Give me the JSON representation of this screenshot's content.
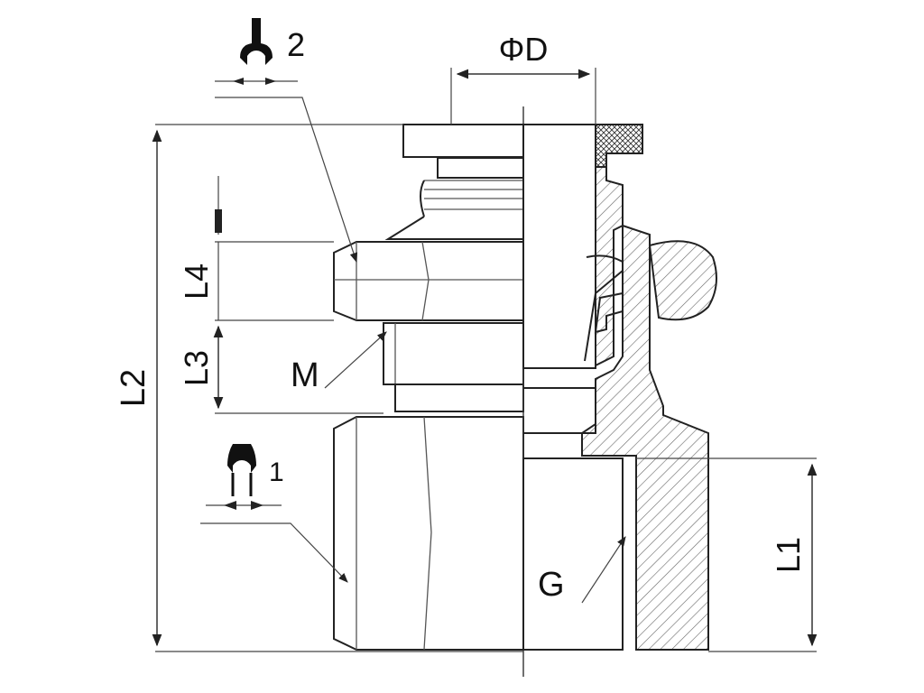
{
  "labels": {
    "diameter": "ΦD",
    "L1": "L1",
    "L2": "L2",
    "L3": "L3",
    "L4": "L4",
    "M": "M",
    "G": "G",
    "wrench1": "1",
    "wrench2": "2"
  },
  "colors": {
    "line": "#222222",
    "hatch": "#555555",
    "background": "#ffffff"
  },
  "icons": [
    "wrench-icon"
  ]
}
